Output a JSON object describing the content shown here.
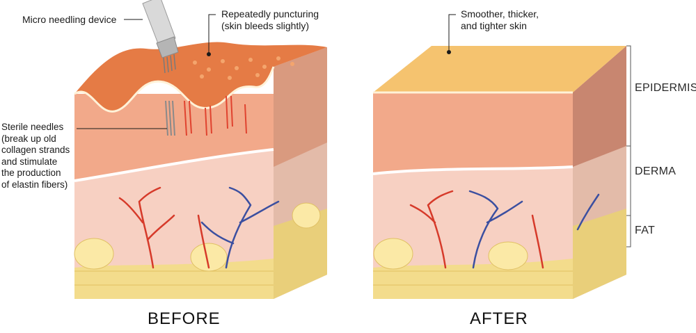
{
  "labels": {
    "device": "Micro needling device",
    "puncture": "Repeatedly puncturing\n(skin bleeds slightly)",
    "needles": "Sterile needles\n(break up old\ncollagen strands\nand stimulate\nthe production\nof elastin fibers)",
    "after_skin": "Smoother, thicker,\nand tighter skin"
  },
  "layers": {
    "epidermis": "EPIDERMIS",
    "derma": "DERMA",
    "fat": "FAT"
  },
  "captions": {
    "before": "BEFORE",
    "after": "AFTER"
  },
  "colors": {
    "epidermis_top": "#f5c36f",
    "epidermis_side": "#f2a98a",
    "derma": "#f7d0c2",
    "fat": "#f3dc8c",
    "artery": "#d63a2a",
    "vein": "#3b4fa0"
  }
}
